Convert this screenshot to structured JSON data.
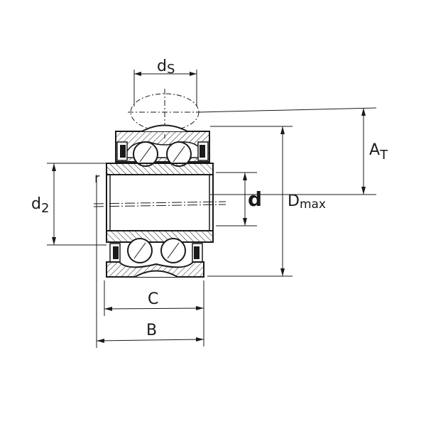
{
  "labels": {
    "ds": {
      "main": "d",
      "sub": "S"
    },
    "at": {
      "main": "A",
      "sub": "T"
    },
    "d2": {
      "main": "d",
      "sub": "2"
    },
    "r": "r",
    "d": "d",
    "dmax": {
      "main": "D",
      "sub": "max"
    },
    "c": "C",
    "b": "B"
  },
  "colors": {
    "ink": "#1a1a1a",
    "background": "#ffffff"
  }
}
